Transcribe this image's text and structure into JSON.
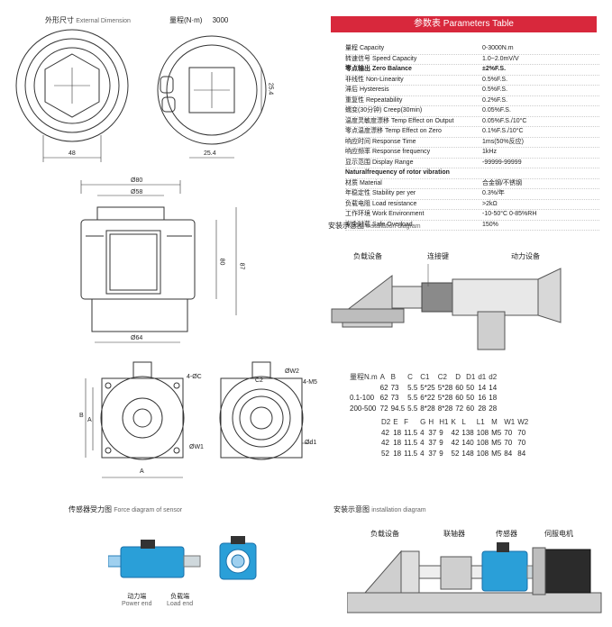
{
  "external": {
    "title_cn": "外形尺寸",
    "title_en": "External Dimension",
    "range_label": "量程(N·m)",
    "range_value": "3000",
    "dims": {
      "d48": "48",
      "d25_4_v": "25.4",
      "d25_4_h": "25.4",
      "phi80": "Ø80",
      "phi58": "Ø58",
      "phi64": "Ø64",
      "d80": "80",
      "d87": "87"
    }
  },
  "params": {
    "title": "参数表  Parameters Table",
    "rows": [
      {
        "name": "量程 Capacity",
        "value": "0-3000N.m",
        "bold": false
      },
      {
        "name": "转速信号 Speed Capacity",
        "value": "1.0~2.0mV/V",
        "bold": false
      },
      {
        "name": "零点输出 Zero Balance",
        "value": "±2%F.S.",
        "bold": true
      },
      {
        "name": "非线性 Non-Linearity",
        "value": "0.5%F.S.",
        "bold": false
      },
      {
        "name": "滞后 Hysteresis",
        "value": "0.5%F.S.",
        "bold": false
      },
      {
        "name": "重复性 Repeatability",
        "value": "0.2%F.S.",
        "bold": false
      },
      {
        "name": "蠕变(30分钟) Creep(30min)",
        "value": "0.05%F.S.",
        "bold": false
      },
      {
        "name": "温度灵敏度漂移 Temp Effect on Output",
        "value": "0.05%F.S./10°C",
        "bold": false
      },
      {
        "name": "零点温度漂移 Temp Effect on Zero",
        "value": "0.1%F.S./10°C",
        "bold": false
      },
      {
        "name": "响应时间 Response Time",
        "value": "1ms(50%反应)",
        "bold": false
      },
      {
        "name": "响应频率 Response frequency",
        "value": "1kHz",
        "bold": false
      },
      {
        "name": "显示范围 Display Range",
        "value": "-99999-99999",
        "bold": false
      },
      {
        "name": "Naturalfrequency of rotor vibration",
        "value": "",
        "bold": true
      },
      {
        "name": "材质 Material",
        "value": "合金钢/不锈钢",
        "bold": false
      },
      {
        "name": "年稳定性 Stability per yer",
        "value": "0.3%/年",
        "bold": false
      },
      {
        "name": "负载电阻 Load resistance",
        "value": ">2kΩ",
        "bold": false
      },
      {
        "name": "工作环境 Work Environment",
        "value": "-10-50°C  0-85%RH",
        "bold": false
      },
      {
        "name": "安全过载 Safe Overload",
        "value": "150%",
        "bold": false
      }
    ]
  },
  "install1": {
    "title_cn": "安装示意图",
    "title_en": "installation diagram",
    "load": "负载设备",
    "key": "连接键",
    "power": "动力设备"
  },
  "flange": {
    "d4c": "4-ØC",
    "b": "B",
    "a_left": "A",
    "a_bottom": "A",
    "w1": "ØW1",
    "w2": "ØW2",
    "m5": "4-M5",
    "c2": "C2",
    "d1": "Ød1"
  },
  "dims_table": {
    "header1": [
      "量程N.m",
      "A",
      "B",
      "C",
      "C1",
      "C2",
      "D",
      "D1",
      "d1",
      "d2"
    ],
    "rows1": [
      [
        "",
        "62",
        "73",
        "5.5",
        "5*25",
        "5*28",
        "60",
        "50",
        "14",
        "14"
      ],
      [
        "0.1-100",
        "62",
        "73",
        "5.5",
        "6*22",
        "5*28",
        "60",
        "50",
        "16",
        "18"
      ],
      [
        "200-500",
        "72",
        "94.5",
        "5.5",
        "8*28",
        "8*28",
        "72",
        "60",
        "28",
        "28"
      ]
    ],
    "header2": [
      "D2",
      "E",
      "F",
      "G",
      "H",
      "H1",
      "K",
      "L",
      "L1",
      "M",
      "W1",
      "W2"
    ],
    "rows2": [
      [
        "42",
        "18",
        "11.5",
        "4",
        "37",
        "9",
        "42",
        "138",
        "108",
        "M5",
        "70",
        "70"
      ],
      [
        "42",
        "18",
        "11.5",
        "4",
        "37",
        "9",
        "42",
        "140",
        "108",
        "M5",
        "70",
        "70"
      ],
      [
        "52",
        "18",
        "11.5",
        "4",
        "37",
        "9",
        "52",
        "148",
        "108",
        "M5",
        "84",
        "84"
      ]
    ]
  },
  "force": {
    "title_cn": "传感器受力图",
    "title_en": "Force diagram of sensor",
    "power_cn": "动力端",
    "power_en": "Power end",
    "load_cn": "负载端",
    "load_en": "Load end"
  },
  "install2": {
    "title_cn": "安装示意图",
    "title_en": "installation diagram",
    "load": "负载设备",
    "coupling": "联轴器",
    "sensor": "传感器",
    "servo": "伺服电机"
  },
  "colors": {
    "accent": "#d8283c",
    "sensor_blue": "#2a9fd8"
  }
}
